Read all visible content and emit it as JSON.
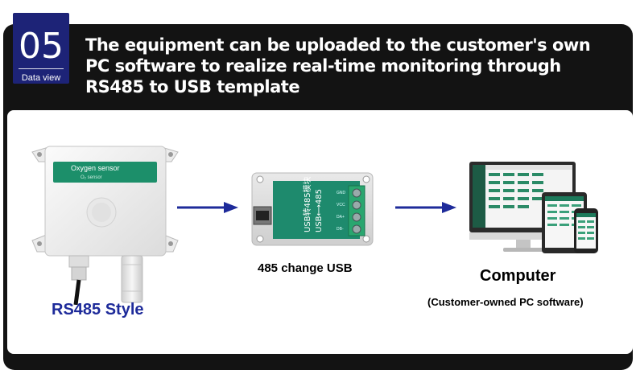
{
  "badge": {
    "number": "05",
    "label": "Data view"
  },
  "headline": "The equipment can be uploaded to the customer's own PC software to realize real-time monitoring through RS485 to USB template",
  "sensor": {
    "panel_title": "Oxygen sensor",
    "panel_subtitle": "O₂ sensor"
  },
  "module": {
    "board_text": "USB转485模块",
    "board_subtext": "USB⟷485",
    "pins": [
      "GND",
      "VCC",
      "DA+",
      "DB-"
    ]
  },
  "labels": {
    "rs485_style": "RS485 Style",
    "module_caption": "485 change USB",
    "computer": "Computer",
    "computer_caption": "(Customer-owned PC software)"
  },
  "colors": {
    "badge": "#1d2377",
    "frame": "#131313",
    "sensor_panel": "#1c8f6a",
    "module_board": "#1e8a6d",
    "arrow": "#1e2b9a",
    "rs485_label": "#1e2b9a"
  },
  "icons": [
    "oxygen-sensor-device",
    "rs485-usb-converter",
    "computer-monitor",
    "tablet",
    "phone",
    "right-arrow"
  ]
}
